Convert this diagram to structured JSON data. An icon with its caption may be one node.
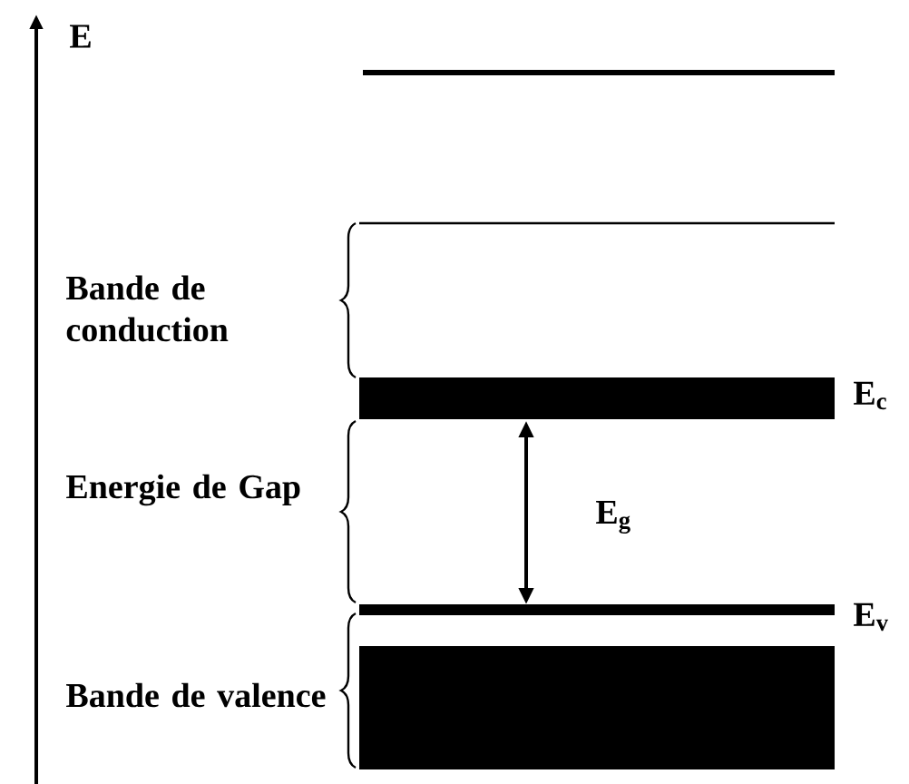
{
  "diagram": {
    "labels": [
      "E",
      "Bande de conduction",
      "Energie de Gap",
      "Bande de valence",
      "E$_{g}$",
      "E$_{c}$",
      "E$_{v}$"
    ]
  }
}
